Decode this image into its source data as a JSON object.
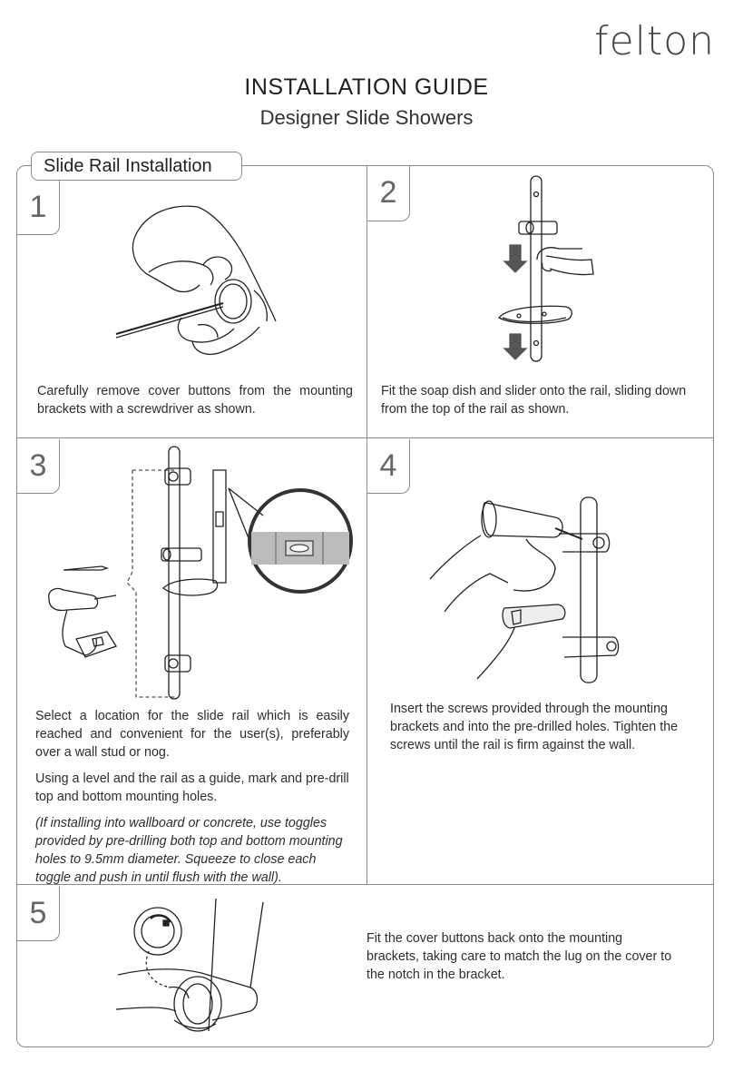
{
  "brand": "felton",
  "header": {
    "title": "INSTALLATION GUIDE",
    "subtitle": "Designer Slide Showers"
  },
  "section": {
    "label": "Slide Rail Installation"
  },
  "steps": [
    {
      "number": "1",
      "paragraphs": [
        "Carefully remove cover buttons from the mounting brackets with a screwdriver as shown."
      ]
    },
    {
      "number": "2",
      "paragraphs": [
        "Fit the soap dish and slider onto the rail, sliding down from the top of the rail as shown."
      ]
    },
    {
      "number": "3",
      "paragraphs": [
        "Select a location for the slide rail which is easily reached and convenient for the user(s), preferably over a wall stud or nog.",
        "Using a level and the rail as a guide, mark and pre-drill top and bottom mounting holes.",
        "(If installing into wallboard or concrete, use toggles provided by pre-drilling both top and bottom mounting holes to 9.5mm diameter. Squeeze to close each toggle and push in until flush with the wall)."
      ]
    },
    {
      "number": "4",
      "paragraphs": [
        "Insert the screws provided through the mounting brackets and into the pre-drilled holes. Tighten the screws until the rail is firm against the wall."
      ]
    },
    {
      "number": "5",
      "paragraphs": [
        "Fit the cover buttons back onto the mounting brackets, taking care to match the lug on the cover to the notch in the bracket."
      ]
    }
  ]
}
